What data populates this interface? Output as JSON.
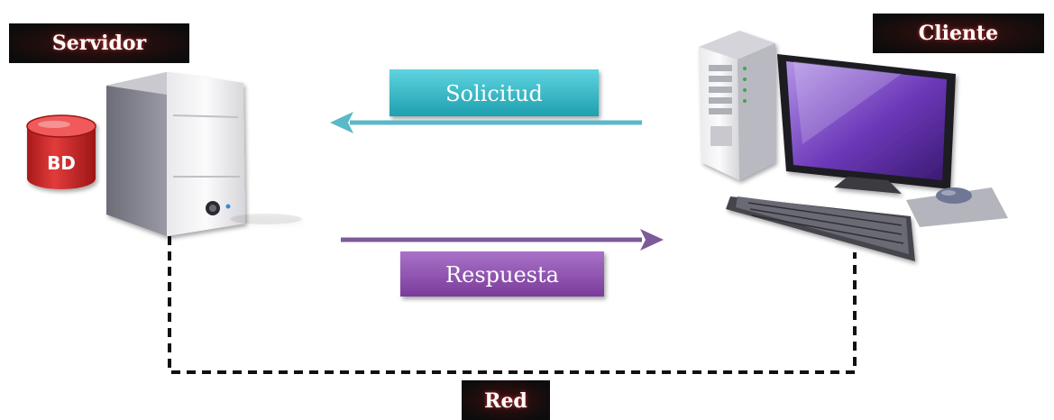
{
  "labels": {
    "server": "Servidor",
    "client": "Cliente",
    "database": "BD",
    "request": "Solicitud",
    "response": "Respuesta",
    "network": "Red"
  },
  "colors": {
    "dark_label_bg": "#141414",
    "dark_label_text": "#ffffff",
    "request_box": "#2bb5c4",
    "request_arrow": "#5ab8c8",
    "response_box": "#8a4ea8",
    "response_arrow": "#7c5a9c",
    "database_red": "#cc2a2a",
    "network_line": "#111111"
  },
  "icons": {
    "server": "server-tower-icon",
    "database": "database-cylinder-icon",
    "client": "desktop-computer-icon"
  }
}
